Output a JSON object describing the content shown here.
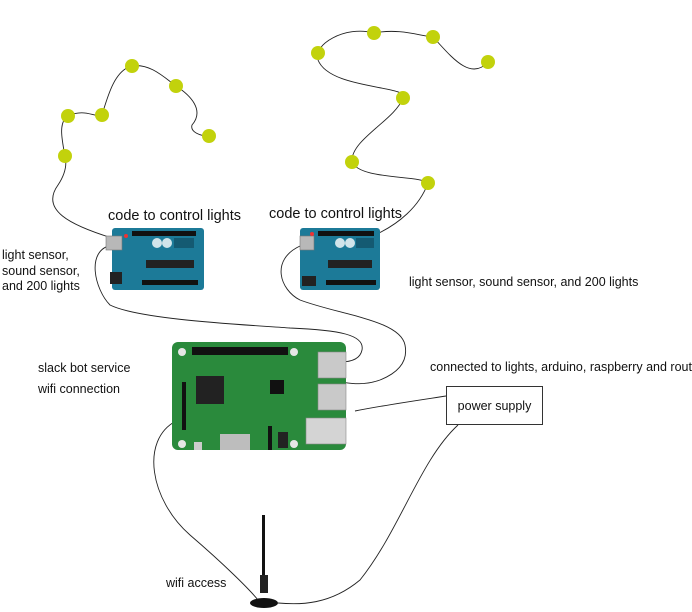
{
  "labels": {
    "code_left": "code to control lights",
    "code_right": "code to control lights",
    "sensors_left": [
      "light sensor,",
      "sound sensor,",
      "and 200 lights"
    ],
    "sensors_right": "light sensor, sound sensor, and 200 lights",
    "slack": "slack bot service",
    "wifi_conn": "wifi connection",
    "connected": "connected to lights, arduino, raspberry and router",
    "power_supply": "power supply",
    "wifi_access": "wifi access"
  },
  "colors": {
    "led": "#c2d20c",
    "arduino": "#1c7a98",
    "arduino_dark": "#145a72",
    "raspberry": "#2a8a3c",
    "wire": "#222222"
  },
  "icons": {
    "arduino": "arduino-uno-board",
    "raspberry": "raspberry-pi-board",
    "antenna": "wifi-antenna"
  }
}
